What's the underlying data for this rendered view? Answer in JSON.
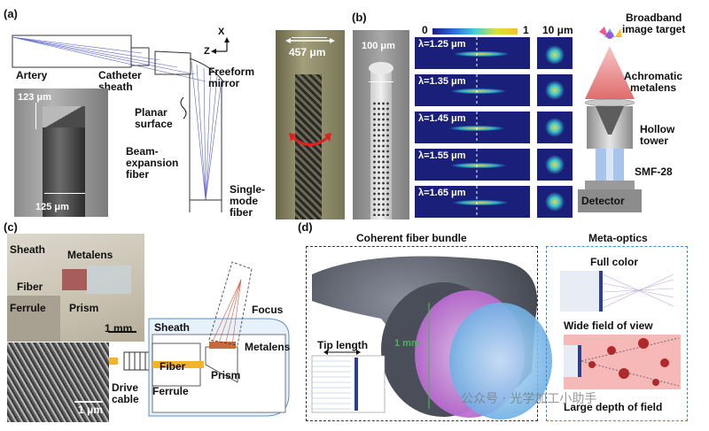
{
  "panel_a": {
    "tag": "(a)",
    "artery": "Artery",
    "catheter_sheath": "Catheter\nsheath",
    "planar_surface": "Planar\nsurface",
    "beam_fiber": "Beam-\nexpansion\nfiber",
    "freeform_mirror": "Freeform\nmirror",
    "single_mode": "Single-\nmode\nfiber",
    "axis_z": "Z",
    "axis_x": "X",
    "dim_123": "123 μm",
    "dim_125": "125 μm",
    "dim_457": "457 μm"
  },
  "panel_b": {
    "tag": "(b)",
    "dim_100": "100 μm",
    "scale_min": "0",
    "scale_max": "1",
    "scale_10": "10 μm",
    "lambdas": [
      "λ=1.25 μm",
      "λ=1.35 μm",
      "λ=1.45 μm",
      "λ=1.55 μm",
      "λ=1.65 μm"
    ],
    "broadband": "Broadband\nimage target",
    "achromatic": "Achromatic\nmetalens",
    "hollow": "Hollow\ntower",
    "smf": "SMF-28",
    "detector": "Detector"
  },
  "panel_c": {
    "tag": "(c)",
    "sheath": "Sheath",
    "metalens": "Metalens",
    "fiber": "Fiber",
    "ferrule": "Ferrule",
    "prism": "Prism",
    "scale_1mm": "1 mm",
    "scale_1um": "1 μm",
    "drive_cable": "Drive\ncable",
    "focus": "Focus",
    "d_sheath": "Sheath",
    "d_metalens": "Metalens",
    "d_fiber": "Fiber",
    "d_ferrule": "Ferrule",
    "d_prism": "Prism"
  },
  "panel_d": {
    "tag": "(d)",
    "bundle_title": "Coherent fiber bundle",
    "tip_length": "Tip length",
    "dim_1mm": "1 mm",
    "meta_title": "Meta-optics",
    "full_color": "Full color",
    "wide_fov": "Wide field of view",
    "large_dof": "Large depth of field",
    "watermark": "公众号 · 光学加工小助手"
  }
}
